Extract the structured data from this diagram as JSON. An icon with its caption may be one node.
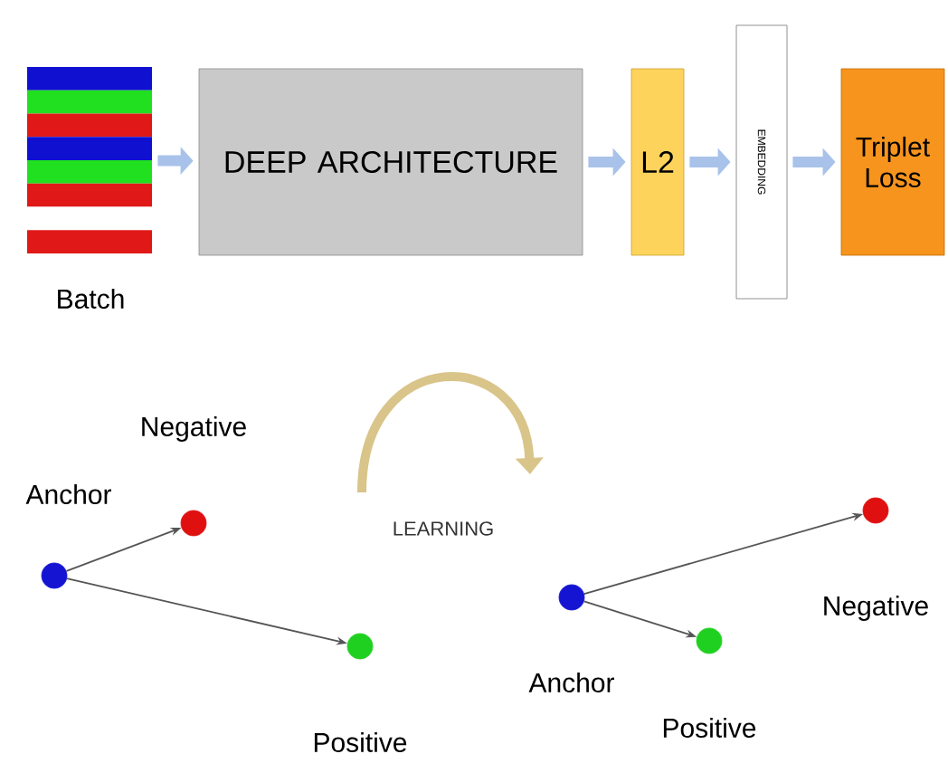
{
  "diagram": {
    "nodes": [
      {
        "text": [
          "Batch"
        ]
      },
      {
        "text": [
          "DEEP ARCHITECTURE"
        ]
      },
      {
        "text": [
          "L2"
        ]
      },
      {
        "text": [
          "EMBEDDING"
        ]
      },
      {
        "text": [
          "Triplet Loss"
        ]
      },
      {
        "text": [
          "Anchor"
        ]
      },
      {
        "text": [
          "Negative"
        ]
      },
      {
        "text": [
          "Positive"
        ]
      },
      {
        "text": [
          "Anchor"
        ]
      },
      {
        "text": [
          "Positive"
        ]
      },
      {
        "text": [
          "Negative"
        ]
      }
    ],
    "edges": [
      {
        "from": 0,
        "to": 1,
        "arrow": "to",
        "style": "thick",
        "color": "#a8c2ea"
      },
      {
        "from": 1,
        "to": 2,
        "arrow": "to",
        "style": "thick",
        "color": "#a8c2ea"
      },
      {
        "from": 2,
        "to": 3,
        "arrow": "to",
        "style": "thick",
        "color": "#a8c2ea"
      },
      {
        "from": 3,
        "to": 4,
        "arrow": "to",
        "style": "thick",
        "color": "#a8c2ea"
      },
      {
        "from": 5,
        "to": 6,
        "arrow": "to",
        "color": "#555555"
      },
      {
        "from": 5,
        "to": 7,
        "arrow": "to",
        "color": "#555555"
      },
      {
        "from": 8,
        "to": 9,
        "arrow": "to",
        "color": "#555555"
      },
      {
        "from": 8,
        "to": 10,
        "arrow": "to",
        "color": "#555555"
      }
    ],
    "labels": [
      "LEARNING"
    ]
  }
}
